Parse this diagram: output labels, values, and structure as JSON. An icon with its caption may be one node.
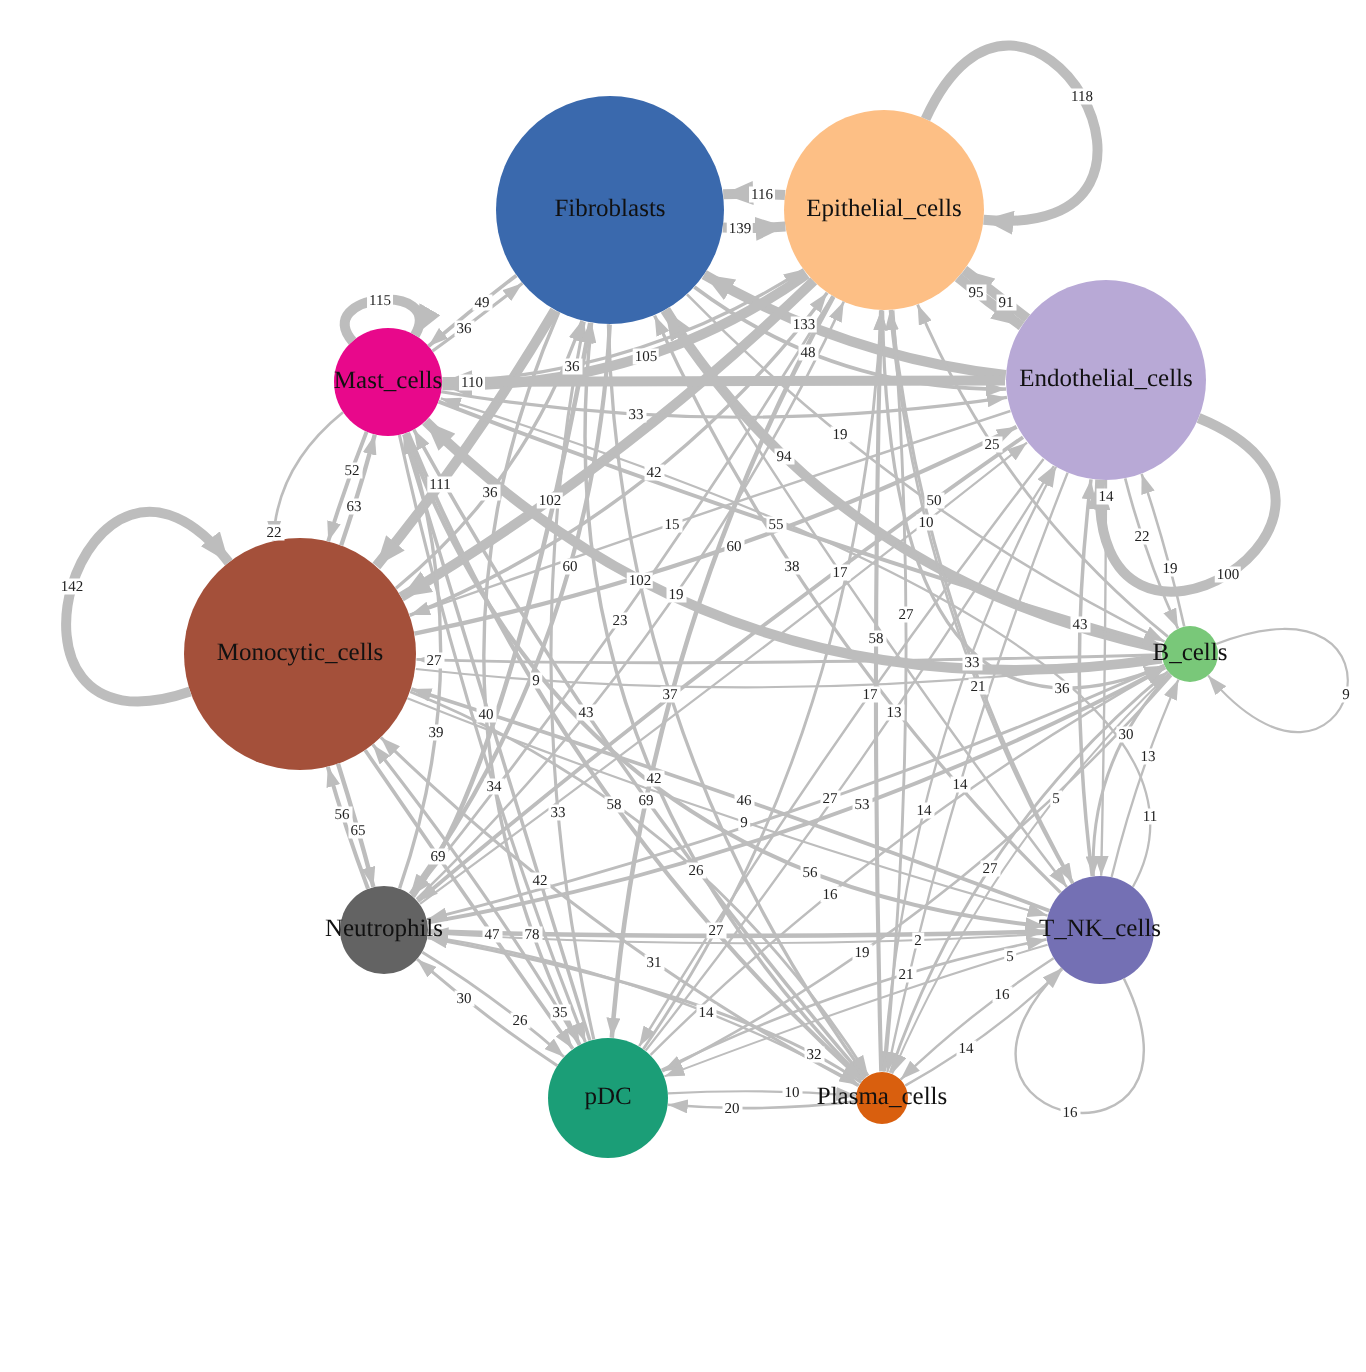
{
  "diagram": {
    "nodes": [
      {
        "text": [
          "Fibroblasts"
        ]
      },
      {
        "text": [
          "Epithelial_cells"
        ]
      },
      {
        "text": [
          "Endothelial_cells"
        ]
      },
      {
        "text": [
          "B_cells"
        ]
      },
      {
        "text": [
          "T_NK_cells"
        ]
      },
      {
        "text": [
          "Plasma_cells"
        ]
      },
      {
        "text": [
          "pDC"
        ]
      },
      {
        "text": [
          "Neutrophils"
        ]
      },
      {
        "text": [
          "Monocytic_cells"
        ]
      },
      {
        "text": [
          "Mast_cells"
        ]
      }
    ],
    "edges": [
      {
        "from": 0,
        "to": 1,
        "arrow": "to",
        "label": "139",
        "style": "thick"
      },
      {
        "from": 1,
        "to": 0,
        "arrow": "to",
        "label": "116",
        "style": "thick"
      },
      {
        "from": 1,
        "to": 1,
        "arrow": "to",
        "label": "118",
        "style": "thick"
      },
      {
        "from": 0,
        "to": 2,
        "arrow": "to",
        "label": "48"
      },
      {
        "from": 2,
        "to": 0,
        "arrow": "to",
        "label": "133",
        "style": "thick"
      },
      {
        "from": 0,
        "to": 3,
        "arrow": "to",
        "label": "19"
      },
      {
        "from": 3,
        "to": 0,
        "arrow": "to",
        "label": "94",
        "style": "thick"
      },
      {
        "from": 0,
        "to": 4,
        "arrow": "to",
        "label": "17"
      },
      {
        "from": 4,
        "to": 0,
        "arrow": "to",
        "label": "38"
      },
      {
        "from": 0,
        "to": 5,
        "arrow": "to",
        "label": "37"
      },
      {
        "from": 5,
        "to": 0,
        "arrow": "to",
        "label": "42"
      },
      {
        "from": 0,
        "to": 6,
        "arrow": "to",
        "label": "40"
      },
      {
        "from": 6,
        "to": 0,
        "arrow": "to",
        "label": "33"
      },
      {
        "from": 0,
        "to": 7,
        "arrow": "to",
        "label": "60"
      },
      {
        "from": 7,
        "to": 0,
        "arrow": "to",
        "label": "69"
      },
      {
        "from": 0,
        "to": 8,
        "arrow": "to",
        "label": "111",
        "style": "thick"
      },
      {
        "from": 8,
        "to": 0,
        "arrow": "to",
        "label": "36"
      },
      {
        "from": 0,
        "to": 9,
        "arrow": "to",
        "label": "49"
      },
      {
        "from": 9,
        "to": 0,
        "arrow": "to",
        "label": "36"
      },
      {
        "from": 1,
        "to": 2,
        "arrow": "to",
        "label": "95",
        "style": "thick"
      },
      {
        "from": 2,
        "to": 1,
        "arrow": "to",
        "label": "91",
        "style": "thick"
      },
      {
        "from": 2,
        "to": 4,
        "arrow": "to",
        "label": "14"
      },
      {
        "from": 3,
        "to": 1,
        "arrow": "to",
        "label": "25"
      },
      {
        "from": 1,
        "to": 4,
        "arrow": "to",
        "label": "33"
      },
      {
        "from": 4,
        "to": 1,
        "arrow": "to",
        "label": "21"
      },
      {
        "from": 1,
        "to": 5,
        "arrow": "to",
        "label": "27"
      },
      {
        "from": 5,
        "to": 1,
        "arrow": "to",
        "label": "58"
      },
      {
        "from": 1,
        "to": 6,
        "arrow": "to",
        "label": "69"
      },
      {
        "from": 6,
        "to": 1,
        "arrow": "to",
        "label": "27"
      },
      {
        "from": 1,
        "to": 7,
        "arrow": "to",
        "label": "23"
      },
      {
        "from": 7,
        "to": 1,
        "arrow": "to",
        "label": "19"
      },
      {
        "from": 1,
        "to": 8,
        "arrow": "to",
        "label": "102",
        "style": "thick"
      },
      {
        "from": 8,
        "to": 1,
        "arrow": "to",
        "label": "42"
      },
      {
        "from": 1,
        "to": 9,
        "arrow": "to",
        "label": "105",
        "style": "thick"
      },
      {
        "from": 9,
        "to": 1,
        "arrow": "to",
        "label": "36"
      },
      {
        "from": 2,
        "to": 2,
        "arrow": "to",
        "label": "100",
        "style": "thick"
      },
      {
        "from": 2,
        "to": 3,
        "arrow": "to",
        "label": "22"
      },
      {
        "from": 3,
        "to": 2,
        "arrow": "to",
        "label": "19"
      },
      {
        "from": 4,
        "to": 2,
        "arrow": "to",
        "label": "43"
      },
      {
        "from": 1,
        "to": 3,
        "arrow": "to",
        "label": "36"
      },
      {
        "from": 2,
        "to": 5,
        "arrow": "to",
        "label": "14"
      },
      {
        "from": 5,
        "to": 2,
        "arrow": "to",
        "label": "14"
      },
      {
        "from": 2,
        "to": 6,
        "arrow": "to",
        "label": "17"
      },
      {
        "from": 6,
        "to": 2,
        "arrow": "to",
        "label": "13"
      },
      {
        "from": 2,
        "to": 7,
        "arrow": "to",
        "label": "50"
      },
      {
        "from": 7,
        "to": 2,
        "arrow": "to",
        "label": "10"
      },
      {
        "from": 2,
        "to": 8,
        "arrow": "to",
        "label": "15"
      },
      {
        "from": 8,
        "to": 2,
        "arrow": "to",
        "label": "60"
      },
      {
        "from": 2,
        "to": 9,
        "arrow": "to",
        "label": "110",
        "style": "thick"
      },
      {
        "from": 9,
        "to": 2,
        "arrow": "to",
        "label": "33"
      },
      {
        "from": 3,
        "to": 3,
        "arrow": "to",
        "label": "9"
      },
      {
        "from": 3,
        "to": 4,
        "arrow": "to",
        "label": "30"
      },
      {
        "from": 4,
        "to": 3,
        "arrow": "to",
        "label": "13"
      },
      {
        "from": 3,
        "to": 5,
        "arrow": "to",
        "label": "5"
      },
      {
        "from": 5,
        "to": 3,
        "arrow": "to",
        "label": "27"
      },
      {
        "from": 3,
        "to": 6,
        "arrow": "to",
        "label": "19"
      },
      {
        "from": 6,
        "to": 3,
        "arrow": "to",
        "label": "16"
      },
      {
        "from": 3,
        "to": 7,
        "arrow": "to",
        "label": "27"
      },
      {
        "from": 7,
        "to": 3,
        "arrow": "to",
        "label": "53"
      },
      {
        "from": 3,
        "to": 8,
        "arrow": "to",
        "label": "27"
      },
      {
        "from": 8,
        "to": 3,
        "arrow": "to",
        "label": "9"
      },
      {
        "from": 3,
        "to": 9,
        "arrow": "to",
        "label": "102",
        "style": "thick"
      },
      {
        "from": 9,
        "to": 3,
        "arrow": "to",
        "label": "55"
      },
      {
        "from": 4,
        "to": 4,
        "arrow": "to",
        "label": "16"
      },
      {
        "from": 4,
        "to": 5,
        "arrow": "to",
        "label": "16"
      },
      {
        "from": 5,
        "to": 4,
        "arrow": "to",
        "label": "14"
      },
      {
        "from": 4,
        "to": 6,
        "arrow": "to",
        "label": "5"
      },
      {
        "from": 6,
        "to": 4,
        "arrow": "to",
        "label": "21"
      },
      {
        "from": 4,
        "to": 7,
        "arrow": "to",
        "label": "2"
      },
      {
        "from": 7,
        "to": 4,
        "arrow": "to",
        "label": "78"
      },
      {
        "from": 4,
        "to": 8,
        "arrow": "to",
        "label": "46"
      },
      {
        "from": 8,
        "to": 4,
        "arrow": "to",
        "label": "9"
      },
      {
        "from": 4,
        "to": 9,
        "arrow": "to",
        "label": "11"
      },
      {
        "from": 9,
        "to": 4,
        "arrow": "to",
        "label": "56"
      },
      {
        "from": 5,
        "to": 6,
        "arrow": "to",
        "label": "20"
      },
      {
        "from": 6,
        "to": 5,
        "arrow": "to",
        "label": "10"
      },
      {
        "from": 5,
        "to": 7,
        "arrow": "to",
        "label": "32"
      },
      {
        "from": 7,
        "to": 5,
        "arrow": "to",
        "label": "14"
      },
      {
        "from": 5,
        "to": 8,
        "arrow": "to",
        "label": "31"
      },
      {
        "from": 8,
        "to": 5,
        "arrow": "to",
        "label": "26"
      },
      {
        "from": 5,
        "to": 9,
        "arrow": "to",
        "label": "43"
      },
      {
        "from": 9,
        "to": 5,
        "arrow": "to",
        "label": "58"
      },
      {
        "from": 6,
        "to": 7,
        "arrow": "to",
        "label": "30"
      },
      {
        "from": 7,
        "to": 6,
        "arrow": "to",
        "label": "26"
      },
      {
        "from": 6,
        "to": 8,
        "arrow": "to",
        "label": "35"
      },
      {
        "from": 8,
        "to": 6,
        "arrow": "to",
        "label": "47"
      },
      {
        "from": 6,
        "to": 9,
        "arrow": "to",
        "label": "42"
      },
      {
        "from": 9,
        "to": 6,
        "arrow": "to",
        "label": "34"
      },
      {
        "from": 7,
        "to": 8,
        "arrow": "to",
        "label": "56"
      },
      {
        "from": 8,
        "to": 7,
        "arrow": "to",
        "label": "65"
      },
      {
        "from": 7,
        "to": 9,
        "arrow": "to",
        "label": "39"
      },
      {
        "from": 8,
        "to": 9,
        "arrow": "to",
        "label": "63"
      },
      {
        "from": 8,
        "to": 8,
        "arrow": "to",
        "label": "142",
        "style": "thick"
      },
      {
        "from": 9,
        "to": 8,
        "arrow": "to",
        "label": "22"
      },
      {
        "from": 9,
        "to": 8,
        "arrow": "to",
        "label": "52"
      },
      {
        "from": 9,
        "to": 9,
        "arrow": "to",
        "label": "115",
        "style": "thick"
      }
    ]
  }
}
